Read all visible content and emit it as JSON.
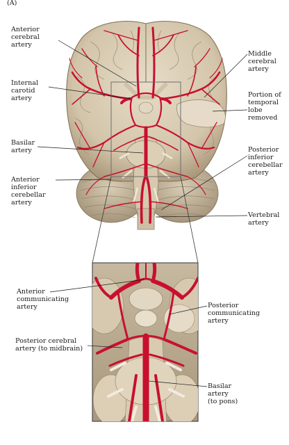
{
  "panel_label": "(A)",
  "labels": {
    "anterior_cerebral": "Anterior\ncerebral\nartery",
    "internal_carotid": "Internal\ncarotid\nartery",
    "basilar": "Basilar\nartery",
    "anterior_inferior_cerebellar": "Anterior\ninferior\ncerebellar\nartery",
    "middle_cerebral": "Middle\ncerebral\nartery",
    "temporal_lobe": "Portion of\ntemporal\nlobe\nremoved",
    "posterior_inferior_cerebellar": "Posterior\ninferior\ncerebellar\nartery",
    "vertebral": "Vertebral\nartery",
    "anterior_communicating": "Anterior\ncommunicating\nartery",
    "posterior_communicating": "Posterior\ncommunicating\nartery",
    "posterior_cerebral": "Posterior cerebral\nartery (to midbrain)",
    "basilar_pons": "Basilar\nartery\n(to pons)"
  },
  "colors": {
    "tissue": "#d9cdb6",
    "tissue_shadow": "#a8977c",
    "artery": "#c8102e",
    "inset_bg": "#b9ac95"
  }
}
